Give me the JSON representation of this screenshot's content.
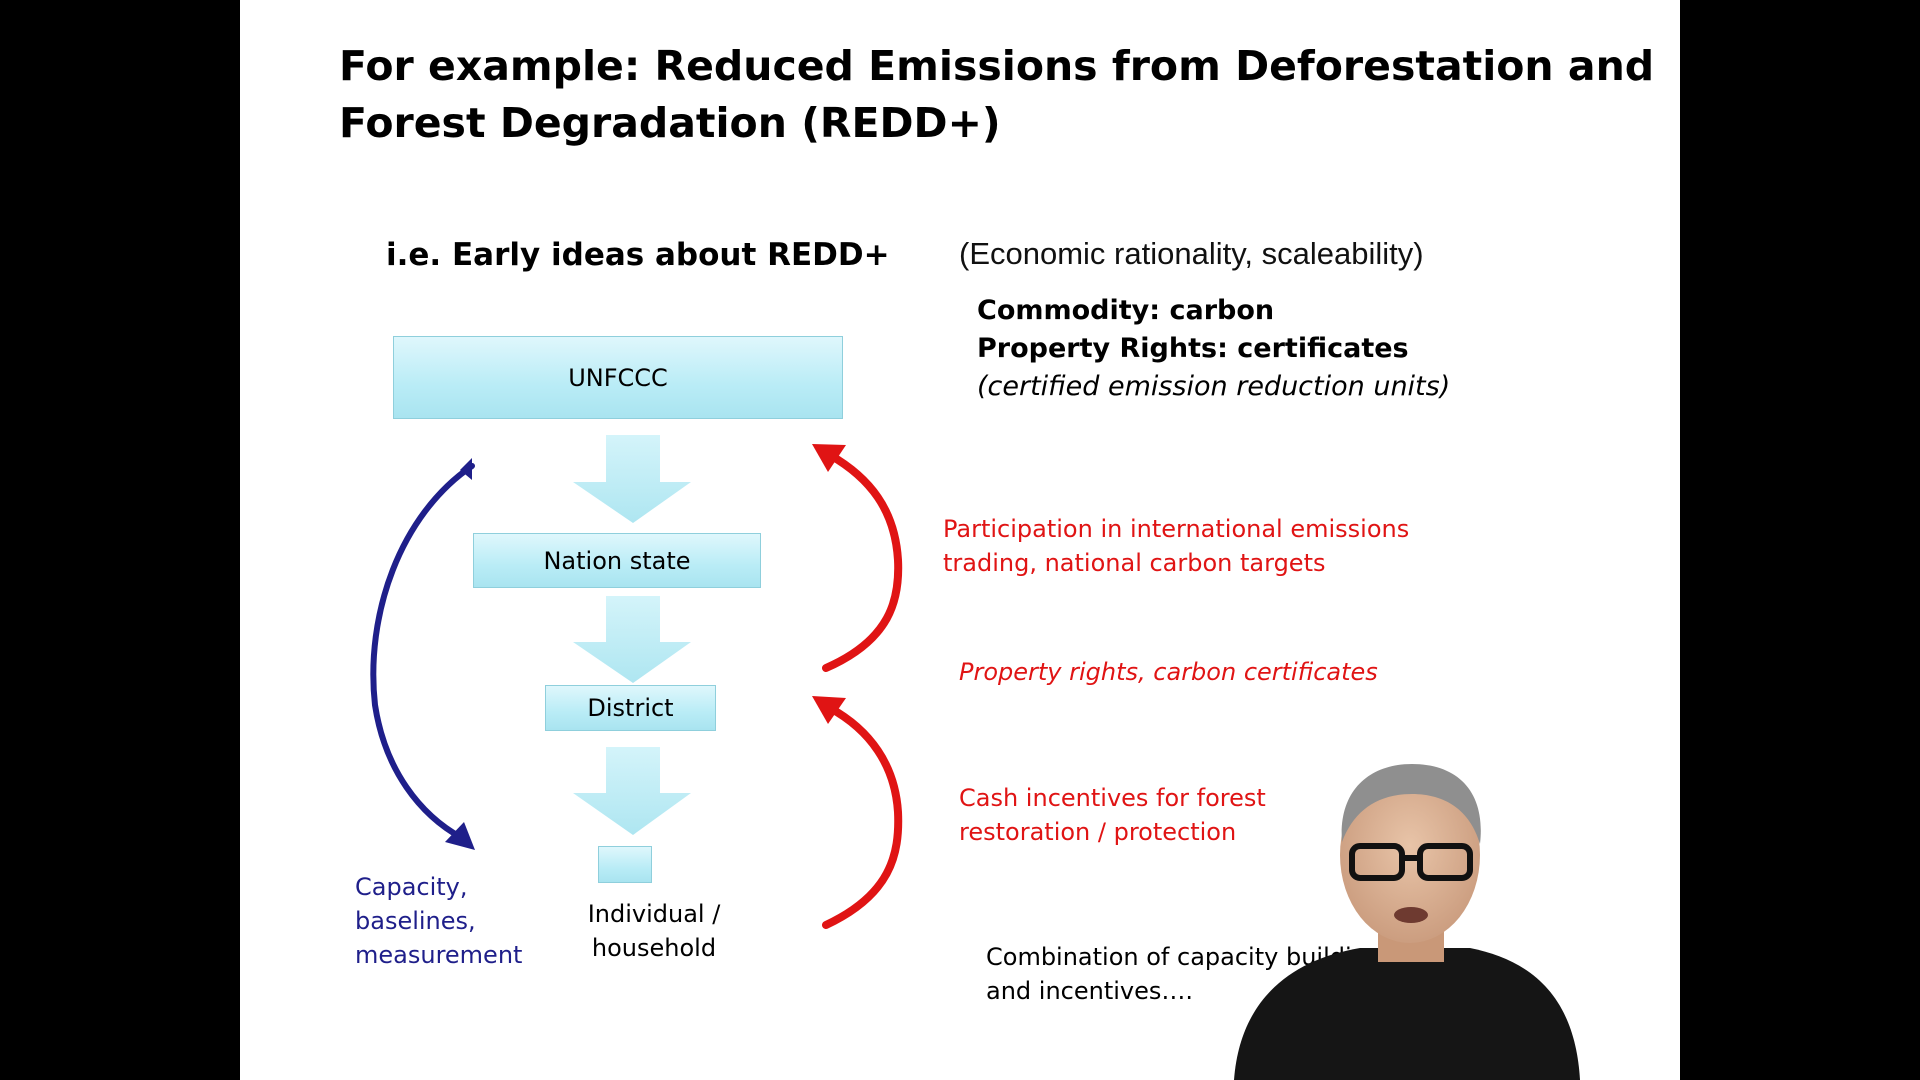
{
  "title": {
    "line1": "For example: Reduced Emissions from Deforestation and",
    "line2": "Forest Degradation (REDD+)"
  },
  "subtitle": "i.e. Early ideas about REDD+",
  "economic_note": "(Economic rationality, scaleability)",
  "commodity": "Commodity: carbon",
  "property_rights": "Property Rights: certificates",
  "certified_units": "(certified emission reduction units)",
  "hierarchy": {
    "unfccc": "UNFCCC",
    "nation_state": "Nation state",
    "district": "District",
    "individual_line1": "Individual /",
    "individual_line2": "household"
  },
  "red_labels": {
    "participation_line1": "Participation in international emissions",
    "participation_line2": "trading, national carbon targets",
    "property": "Property rights, carbon certificates",
    "cash_line1": "Cash incentives for forest",
    "cash_line2": "restoration / protection"
  },
  "blue_label": {
    "line1": "Capacity,",
    "line2": "baselines,",
    "line3": "measurement"
  },
  "combination": {
    "line1": "Combination of capacity buildin",
    "line2": "and incentives…."
  },
  "colors": {
    "red": "#e01414",
    "blue": "#1f1f8a",
    "box_fill": "#b9ecf6",
    "arrow_fill": "#bfeef6"
  }
}
